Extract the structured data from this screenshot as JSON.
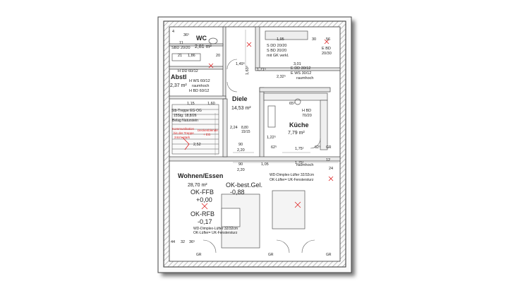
{
  "rooms": {
    "wc": {
      "name": "WC",
      "area": "2,81 m²"
    },
    "abstl": {
      "name": "Abstl",
      "area": "2,37 m²"
    },
    "diele": {
      "name": "Diele",
      "area": "14,53 m²"
    },
    "kueche": {
      "name": "Küche",
      "area": "7,79 m²"
    },
    "wohnen": {
      "name": "Wohnen/Essen",
      "area": "28,70 m²"
    }
  },
  "levels": {
    "ok_ffb_label": "OK-FFB",
    "ok_ffb_value": "+0,00",
    "ok_rfb_label": "OK-RFB",
    "ok_rfb_value": "-0,17",
    "ok_best_label": "OK-best.Gel.",
    "ok_best_value": "-0,88"
  },
  "notes": {
    "wc_opening": "SBD 20/20",
    "wc_sbd": "S BD 20/20",
    "wc_sdd": "S DD 20/20",
    "wc_gk": "mit GK verkl.",
    "e_bd": "E BD",
    "e_bd_dim": "20/30",
    "abstl_hdd": "H DD 60/12",
    "abstl_hws": "H WS 60/12",
    "abstl_raumhoch": "raumhoch",
    "abstl_hbd": "H BD 60/12",
    "edd": "E DD 30/12",
    "ews": "E WS 30/12",
    "raumhoch2": "raumhoch",
    "stair_1": "Stb-Treppe EG-OG",
    "stair_2": "15Stg. 18,8/26",
    "stair_3": "Belag Naturstein",
    "red_1": "Kommunikation",
    "red_2": "bis der Treppe",
    "red_3": "24cm stark",
    "red_4": "Deckenblende",
    "red_5": "+ EG",
    "hbd_k": "H BD",
    "hbd_k_dim": "70/20",
    "wd_kueche_1": "WD-Dimplex-Lüfter 32/32cm",
    "wd_kueche_2": "OK-Lüfter= UK-Fenstersturz",
    "wd_wohnen_1": "WD-Dimplex-Lüfter 32/32cm",
    "wd_wohnen_2": "OK-Lüfter= UK-Fenstersturz",
    "raumhoch3": "raumhoch"
  },
  "dims": {
    "d_149": "1,49⁵",
    "d_171": "1,71⁵",
    "d_163": "1,63⁵",
    "d_232": "2,32⁵",
    "d_301": "3,01",
    "d_195": "1,95",
    "d_115": "1,15",
    "d_160": "1,60",
    "d_186": "1,86",
    "d_36": "36⁵",
    "d_11": "11",
    "d_21": "21",
    "d_30": "30",
    "d_56": "56",
    "d_20": "20",
    "d_4": "4",
    "d_224": "2,24",
    "d_252": "2,52",
    "d_880": "8,80",
    "d_1515": "15/15",
    "d_90a": "90",
    "d_220a": "2,20",
    "d_90b": "90",
    "d_220b": "2,20",
    "d_105": "1,05",
    "d_175a": "1,75¹",
    "d_175b": "1,75¹",
    "d_122": "1,22⁵",
    "d_62a": "62⁵",
    "d_62b": "62⁵",
    "d_65": "65⁵",
    "d_44": "44",
    "d_32": "32",
    "d_36b": "36⁵",
    "d_24": "24",
    "d_121": "12",
    "gr1": "GR",
    "gr2": "GR",
    "gr3": "GR",
    "gr4": "GR"
  }
}
